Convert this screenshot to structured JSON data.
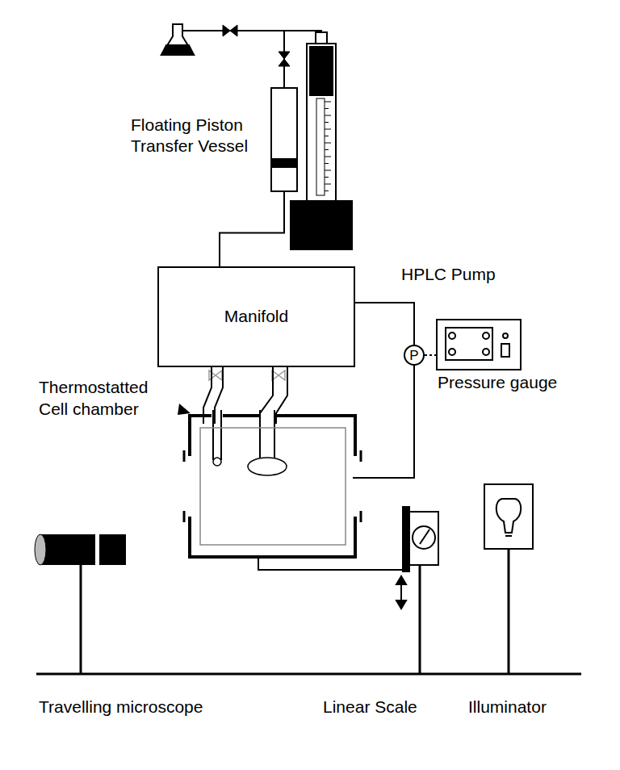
{
  "diagram": {
    "nodes": [
      {
        "text": [
          "Floating Piston Transfer Vessel"
        ]
      },
      {
        "text": [
          "Manifold"
        ]
      },
      {
        "text": [
          "P"
        ]
      },
      {
        "text": [
          "Pressure gauge"
        ]
      }
    ],
    "edges": [
      {
        "from": 0,
        "to": 1,
        "arrow": "none"
      },
      {
        "from": 1,
        "to": 2,
        "arrow": "none"
      },
      {
        "from": 2,
        "to": 3,
        "arrow": "none"
      }
    ],
    "labels": [
      "HPLC Pump",
      "Thermostatted Cell chamber",
      "Travelling microscope",
      "Linear Scale",
      "Illuminator"
    ]
  }
}
